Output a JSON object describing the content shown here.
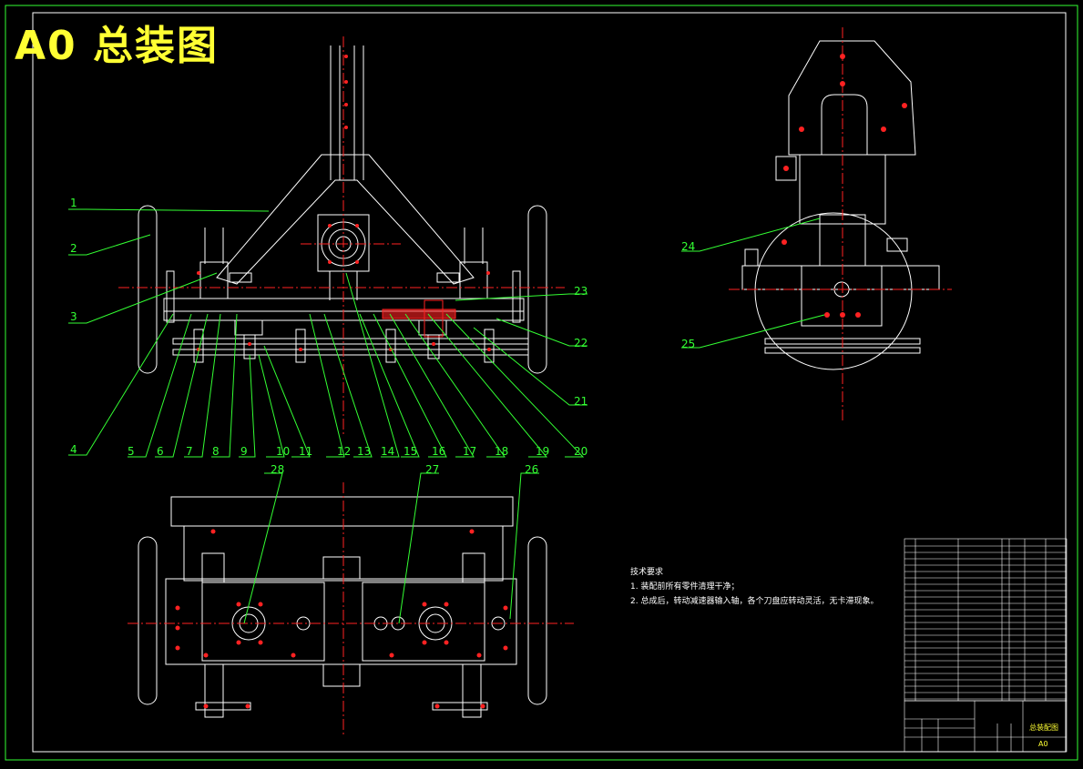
{
  "drawing": {
    "title": "A0 总装图",
    "part_labels": [
      "1",
      "2",
      "3",
      "4",
      "5",
      "6",
      "7",
      "8",
      "9",
      "10",
      "11",
      "12",
      "13",
      "14",
      "15",
      "16",
      "17",
      "18",
      "19",
      "20",
      "21",
      "22",
      "23",
      "24",
      "25",
      "26",
      "27",
      "28"
    ],
    "tech_requirements": {
      "heading": "技术要求",
      "items": [
        "1. 装配前所有零件清理干净；",
        "2. 总成后，转动减速器输入轴，各个刀盘应转动灵活，无卡滞现象。"
      ]
    },
    "title_block": {
      "drawing_name": "总装配图",
      "sheet_size": "A0"
    }
  },
  "colors": {
    "background": "#000000",
    "outline": "#ffffff",
    "leader": "#33ff33",
    "centerline": "#ff2222",
    "title": "#ffff33",
    "accent_red": "#ff0000"
  }
}
